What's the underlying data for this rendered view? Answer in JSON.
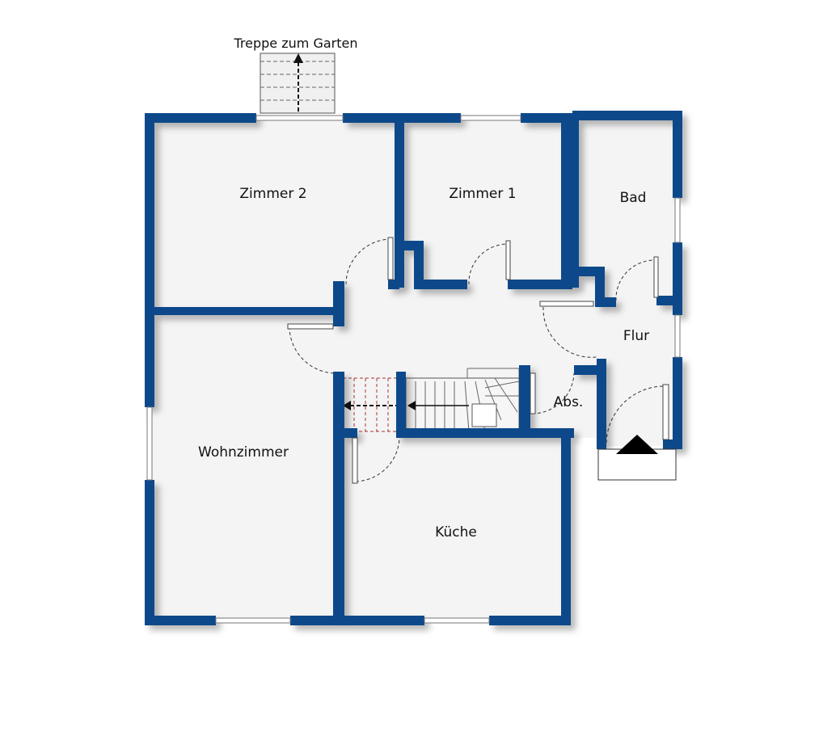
{
  "title": "",
  "colors": {
    "wall": "#074a8a",
    "floor": "#f4f4f4",
    "window": "#ffffff",
    "line": "#333333",
    "background": "#ffffff"
  },
  "labels": {
    "garden_stairs": "Treppe zum Garten",
    "zimmer2": "Zimmer 2",
    "zimmer1": "Zimmer 1",
    "bad": "Bad",
    "flur": "Flur",
    "abs": "Abs.",
    "wohnzimmer": "Wohnzimmer",
    "kueche": "Küche"
  },
  "icons": {
    "entrance": "entrance-triangle-icon",
    "stair_arrow": "arrow-left-icon",
    "garden_arrow": "arrow-up-icon"
  }
}
